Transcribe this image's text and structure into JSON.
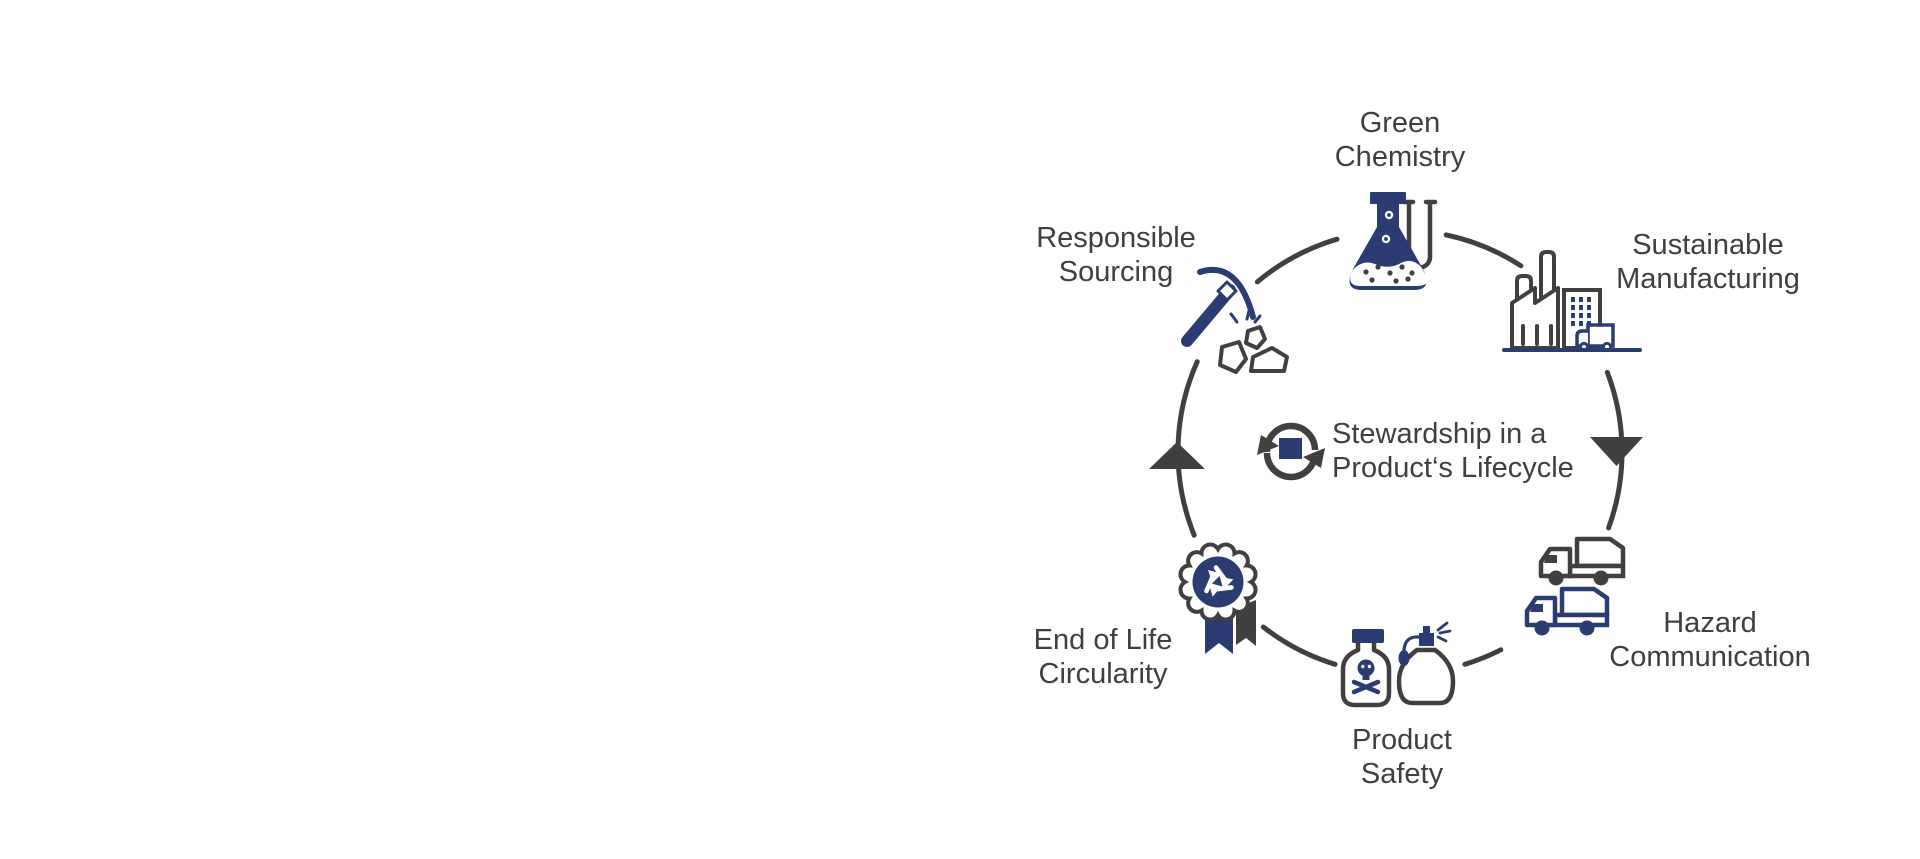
{
  "title": {
    "line1": "Stewardship in a",
    "line2": "Product‘s Lifecycle"
  },
  "center_icon": "sync-cycle-arrows-icon",
  "nodes": [
    {
      "id": "green-chemistry",
      "line1": "Green",
      "line2": "Chemistry",
      "icon": "flask-icon"
    },
    {
      "id": "sustainable-manufacturing",
      "line1": "Sustainable",
      "line2": "Manufacturing",
      "icon": "factory-truck-icon"
    },
    {
      "id": "hazard-communication",
      "line1": "Hazard",
      "line2": "Communication",
      "icon": "delivery-trucks-icon"
    },
    {
      "id": "product-safety",
      "line1": "Product",
      "line2": "Safety",
      "icon": "poison-and-spray-bottle-icon"
    },
    {
      "id": "end-of-life-circularity",
      "line1": "End of Life",
      "line2": "Circularity",
      "icon": "recycle-award-badge-icon"
    },
    {
      "id": "responsible-sourcing",
      "line1": "Responsible",
      "line2": "Sourcing",
      "icon": "pickaxe-mining-icon"
    }
  ],
  "flow_arrows": [
    "down-arrow-icon",
    "up-arrow-icon"
  ],
  "colors": {
    "navy": "#2b3c72",
    "outline": "#404040",
    "text": "#3f3f3f",
    "background": "#ffffff"
  }
}
